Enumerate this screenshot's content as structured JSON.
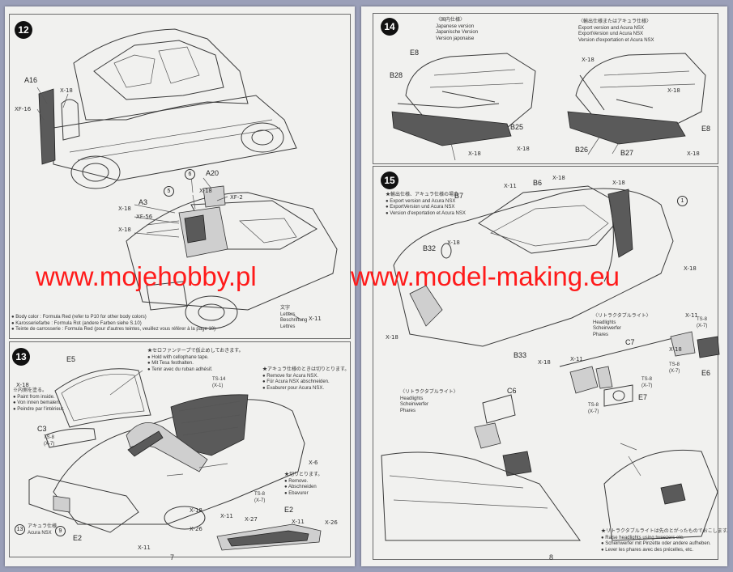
{
  "watermark": {
    "left": "www.mojehobby.pl",
    "right": "www.model-making.eu"
  },
  "page7": {
    "number": "7",
    "step12": {
      "num": "12",
      "parts": {
        "a16": "A16",
        "xf16": "XF-16",
        "x18a": "X-18",
        "a20": "A20",
        "xf2": "XF-2",
        "a3": "A3",
        "xf56": "XF-56",
        "x18b": "X-18",
        "x18c": "X-18",
        "x18d": "X-18",
        "x11": "X-11",
        "c5": "5",
        "c6": "6"
      },
      "letters": "文字\nLetters\nBeschriftung\nLettres",
      "body_color": "● Body color : Formula Red (refer to P10 for other body colors)\n● Karosseriefarbe : Formula Rot (andere Farben siehe S.10)\n● Teinte de carrosserie : Formula Red (pour d'autres teintes, veuillez vous référer à la page 10)"
    },
    "step13": {
      "num": "13",
      "parts": {
        "e5": "E5",
        "x18": "X-18",
        "c3": "C3",
        "ts8a": "TS-8\n(X-7)",
        "ts14": "TS-14\n(X-1)",
        "x6": "X-6",
        "ts8b": "TS-8\n(X-7)",
        "x11a": "X-11",
        "x18b": "X-18",
        "x27": "X-27",
        "e2a": "E2",
        "x11b": "X-11",
        "x26a": "X-26",
        "x26b": "X-26",
        "x11c": "X-11",
        "e2b": "E2",
        "c13": "13",
        "c9": "9"
      },
      "paint_inside": "※内側を塗る。\n● Paint from inside.\n● Von innen bemalen.\n● Peindre par l'intérieur.",
      "tape": "★セロファンテープで仮止めしておきます。\n● Hold with cellophane tape.\n● Mit Tesa festhalten.\n● Tenir avec du ruban adhésif.",
      "acura": "★アキュラ仕様のときは切りとります。\n● Remove for Acura NSX.\n● Für Acura NSX abschneiden.\n● Evaburer pour Acura NSX.",
      "cut": "★切りとります。\n● Remove.\n● Abschneiden\n● Ebavurer",
      "acura_nsx": "アキュラ仕様\nAcura NSX"
    }
  },
  "page8": {
    "number": "8",
    "step14": {
      "num": "14",
      "japan": "〈国内仕様〉\nJapanese version\nJapanische Version\nVersion japonaise",
      "export": "〈輸出仕様またはアキュラ仕様〉\nExport version and Acura NSX\nExportVersion und Acura NSX\nVersion d'exportation et Acura NSX",
      "parts": {
        "e8a": "E8",
        "b28": "B28",
        "b25": "B25",
        "x18a": "X-18",
        "x18b": "X-18",
        "x18c": "X-18",
        "x18d": "X-18",
        "e8b": "E8",
        "b26": "B26",
        "b27": "B27",
        "x18e": "X-18"
      }
    },
    "step15": {
      "num": "15",
      "export_note": "★輸出仕様、アキュラ仕様の場合\n● Export version and Acura NSX\n● ExportVersion und Acura NSX\n● Version d'exportation et Acura NSX",
      "parts": {
        "b7": "B7",
        "x11a": "X-11",
        "b6": "B6",
        "x18a": "X-18",
        "x18b": "X-18",
        "c1": "1",
        "b32": "B32",
        "x18c": "X-18",
        "x18d": "X-18",
        "x18e": "X-18",
        "b33": "B33",
        "x18f": "X-18",
        "x11b": "X-11",
        "c7": "C7",
        "ts8a": "TS-8\n(X-7)",
        "x18g": "X-18",
        "x11c": "X-11",
        "ts8b": "TS-8\n(X-7)",
        "e6": "E6",
        "e7": "E7",
        "ts8c": "TS-8\n(X-7)",
        "c6": "C6"
      },
      "headlights_top": "〈リトラクタブルライト〉\nHeadlights\nScheinwerfer\nPhares",
      "headlights_mid": "〈リトラクタブルライト〉\nHeadlights\nScheinwerfer\nPhares",
      "raise": "★リトラクタブルライトは先のとがったものでおこします。\n● Raise headlights using tweezers etc.\n● Scheinwerfer mit Pinzette oder andere aufheben.\n● Lever les phares avec des précelles, etc."
    }
  }
}
